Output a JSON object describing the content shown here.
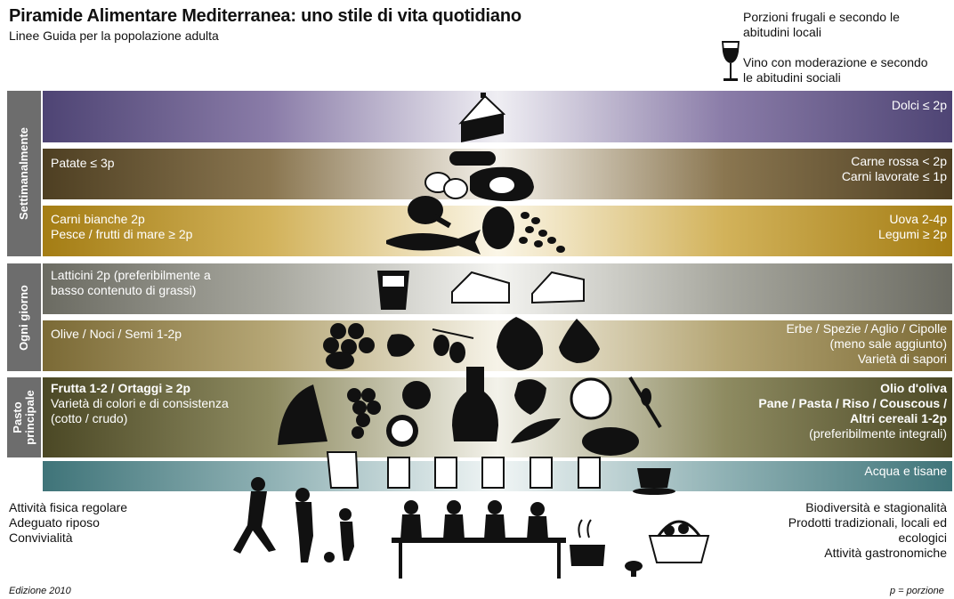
{
  "header": {
    "title": "Piramide Alimentare Mediterranea: uno stile di vita quotidiano",
    "subtitle": "Linee Guida per la popolazione adulta",
    "note_portions": [
      "Porzioni frugali e secondo le",
      "abitudini locali"
    ],
    "note_wine": [
      "Vino con moderazione e secondo",
      "le abitudini sociali"
    ]
  },
  "sections": {
    "weekly": "Settimanalmente",
    "daily": "Ogni giorno",
    "main_meal": [
      "Pasto",
      "principale"
    ]
  },
  "bands": {
    "sweets": {
      "right": [
        "Dolci ≤ 2p"
      ]
    },
    "potatoes_meat": {
      "left": [
        "Patate ≤ 3p"
      ],
      "right": [
        "Carne rossa < 2p",
        "Carni lavorate ≤ 1p"
      ]
    },
    "poultry_fish": {
      "left": [
        "Carni bianche 2p",
        "Pesce / frutti di mare ≥ 2p"
      ],
      "right": [
        "Uova 2-4p",
        "Legumi ≥ 2p"
      ]
    },
    "dairy": {
      "left": [
        "Latticini 2p (preferibilmente a",
        "basso contenuto di grassi)"
      ]
    },
    "olives_herbs": {
      "left": [
        "Olive / Noci / Semi 1-2p"
      ],
      "right": [
        "Erbe / Spezie / Aglio / Cipolle",
        "(meno sale aggiunto)",
        "Varietà di sapori"
      ]
    },
    "fruit_cereals": {
      "left_bold": "Frutta 1-2 / Ortaggi ≥ 2p",
      "left": [
        "Varietà di colori e di consistenza",
        "(cotto / crudo)"
      ],
      "right_bold": [
        "Olio d'oliva",
        "Pane / Pasta / Riso / Couscous /",
        "Altri cereali 1-2p"
      ],
      "right": "(preferibilmente integrali)"
    },
    "water": {
      "right": [
        "Acqua e tisane"
      ]
    }
  },
  "lifestyle_left": [
    "Attività fisica regolare",
    "Adeguato riposo",
    "Convivialità"
  ],
  "lifestyle_right": [
    "Biodiversità e stagionalità",
    "Prodotti tradizionali, locali ed",
    "ecologici",
    "Attività gastronomiche"
  ],
  "footer": {
    "edition": "Edizione 2010",
    "legend": "p = porzione"
  },
  "colors": {
    "sweets": "#6f5f8f",
    "meat": "#6d5a35",
    "poultry": "#c09a2a",
    "dairy": "#8a8a80",
    "olives": "#8d7d4a",
    "fruit": "#5d5a33",
    "water": "#5f8d92",
    "section": "#6d6d6d"
  }
}
